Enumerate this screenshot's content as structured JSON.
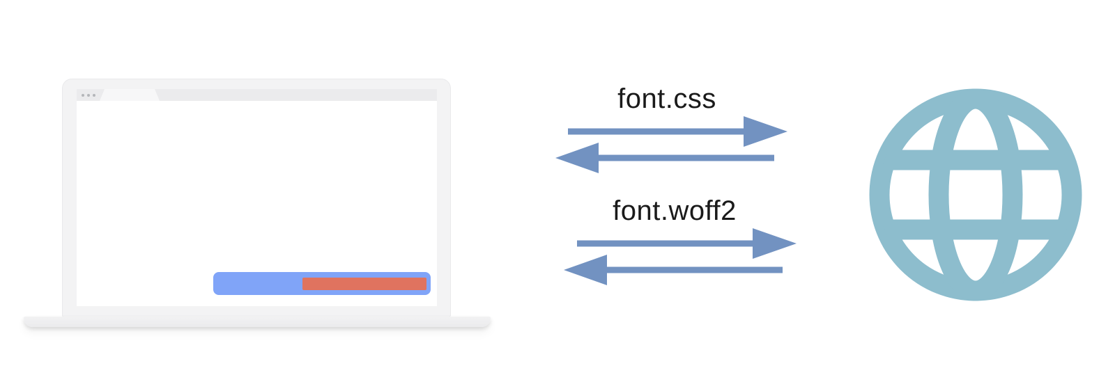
{
  "diagram_type": "font-loading-network-exchange",
  "colors": {
    "arrow": "#7292c1",
    "globe": "#8dbdcd",
    "bar_track": "#80a4f8",
    "bar_fill": "#e0735f",
    "label_text": "#1a1a1a",
    "laptop_bezel": "#f3f3f4",
    "laptop_border": "#e9e9eb",
    "chrome_bar": "#ebebed",
    "chrome_dot": "#b4b6ba",
    "chrome_tab": "#f7f7f8",
    "laptop_base": "#f2f2f3"
  },
  "client": {
    "icon": "laptop-browser-icon",
    "window_controls_icon": "window-dots-icon",
    "tab_icon": "browser-tab",
    "loading_bar": {
      "fill_start_percent": 41,
      "fill_end_percent": 98
    }
  },
  "exchanges": [
    {
      "label": "font.css",
      "request_icon": "arrow-right-icon",
      "response_icon": "arrow-left-icon"
    },
    {
      "label": "font.woff2",
      "request_icon": "arrow-right-icon",
      "response_icon": "arrow-left-icon"
    }
  ],
  "network": {
    "icon": "globe-icon"
  }
}
